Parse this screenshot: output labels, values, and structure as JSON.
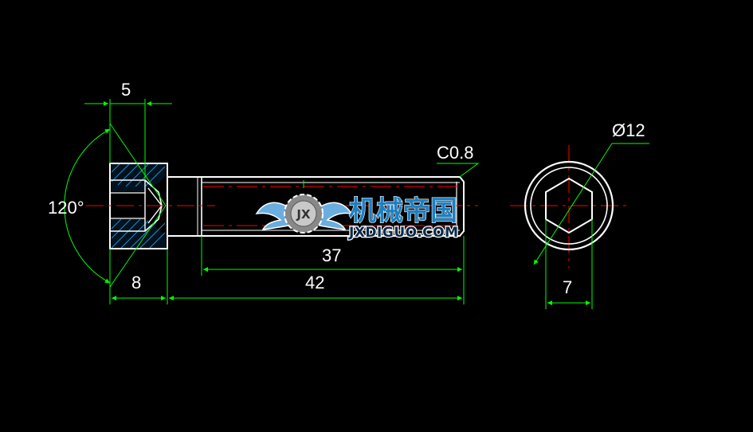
{
  "colors": {
    "background": "#000000",
    "outline": "#ffffff",
    "dimension": "#00ff00",
    "centerline": "#ff0000",
    "hatch": "#00aaff",
    "text": "#ffffff"
  },
  "dimensions": {
    "head_height": "5",
    "angle": "120°",
    "chamfer": "C0.8",
    "diameter": "Ø12",
    "thread_length": "37",
    "overall_length": "42",
    "head_length": "8",
    "socket_width": "7"
  },
  "watermark": {
    "title": "机械帝国",
    "url": "JXDIGUO.COM",
    "emblem_text": "JX"
  }
}
